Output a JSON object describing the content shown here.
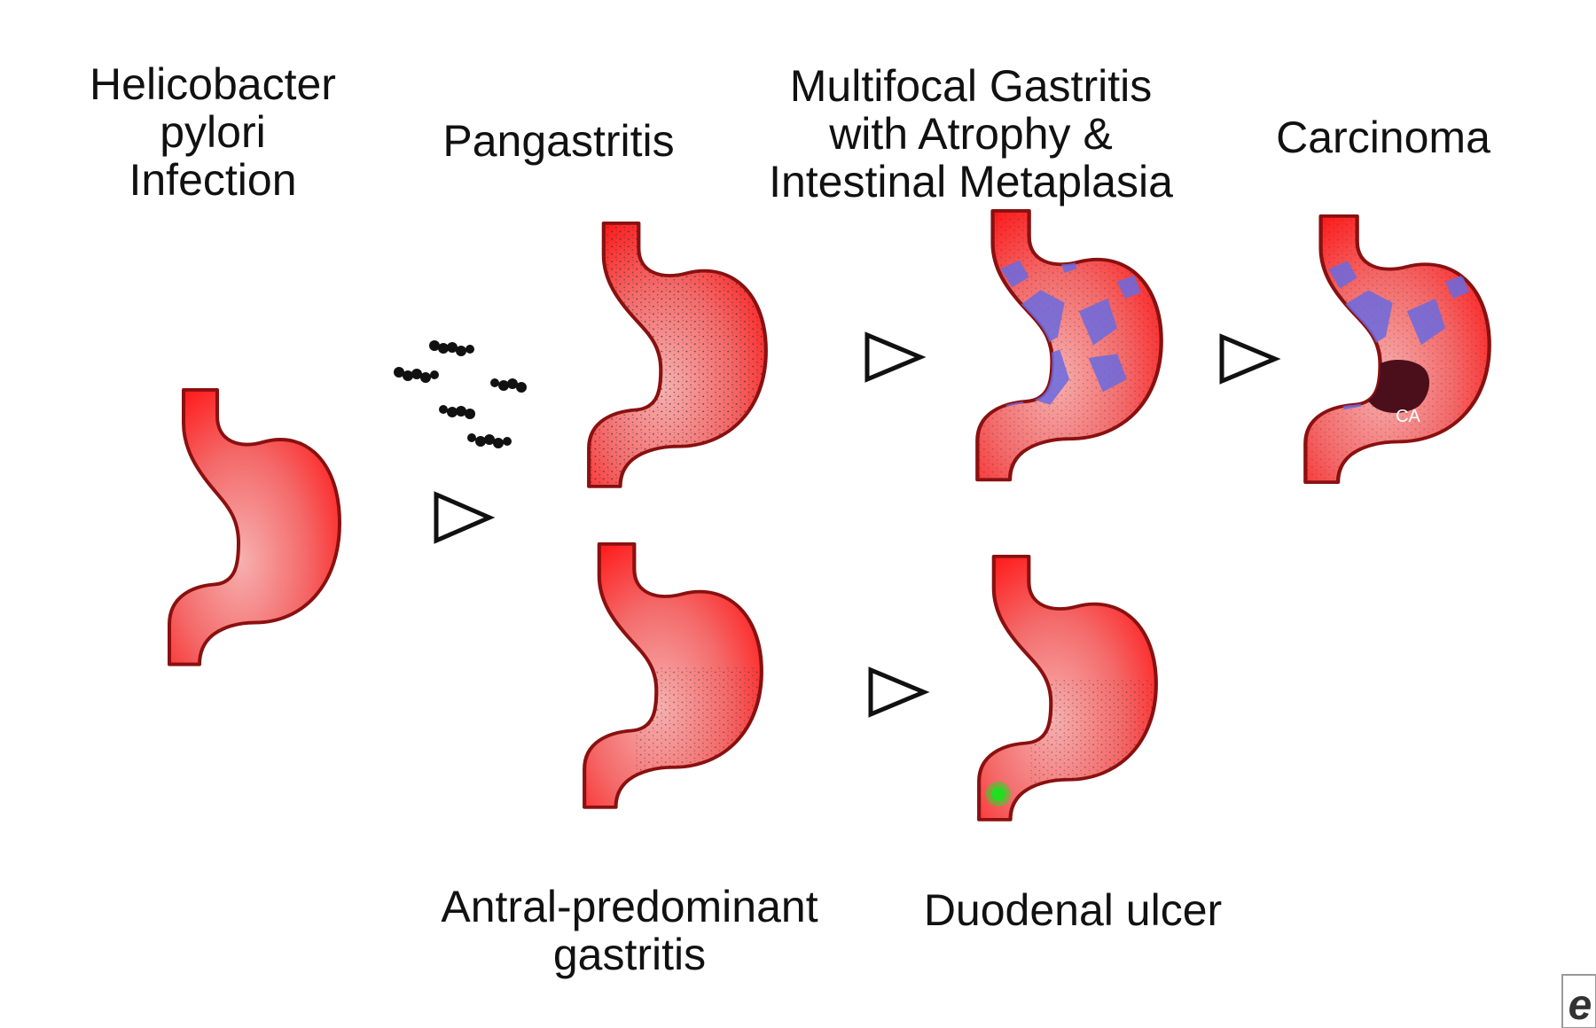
{
  "labels": {
    "hp_line1": "Helicobacter",
    "hp_line2": "pylori",
    "hp_line3": "Infection",
    "pangastritis": "Pangastritis",
    "multifocal_line1": "Multifocal Gastritis",
    "multifocal_line2": "with Atrophy &",
    "multifocal_line3": "Intestinal Metaplasia",
    "carcinoma": "Carcinoma",
    "antral_line1": "Antral-predominant",
    "antral_line2": "gastritis",
    "duodenal_ulcer": "Duodenal ulcer",
    "ca_marker": "CA",
    "corner_logo": "e"
  },
  "colors": {
    "stomach_fill_edge": "#ff1a1a",
    "stomach_fill_center": "#f7b0b0",
    "stomach_outline": "#8b1010",
    "metaplasia": "#6a6ae0",
    "carcinoma": "#4a0f1a",
    "ulcer": "#22dd22",
    "bacteria": "#111111"
  }
}
